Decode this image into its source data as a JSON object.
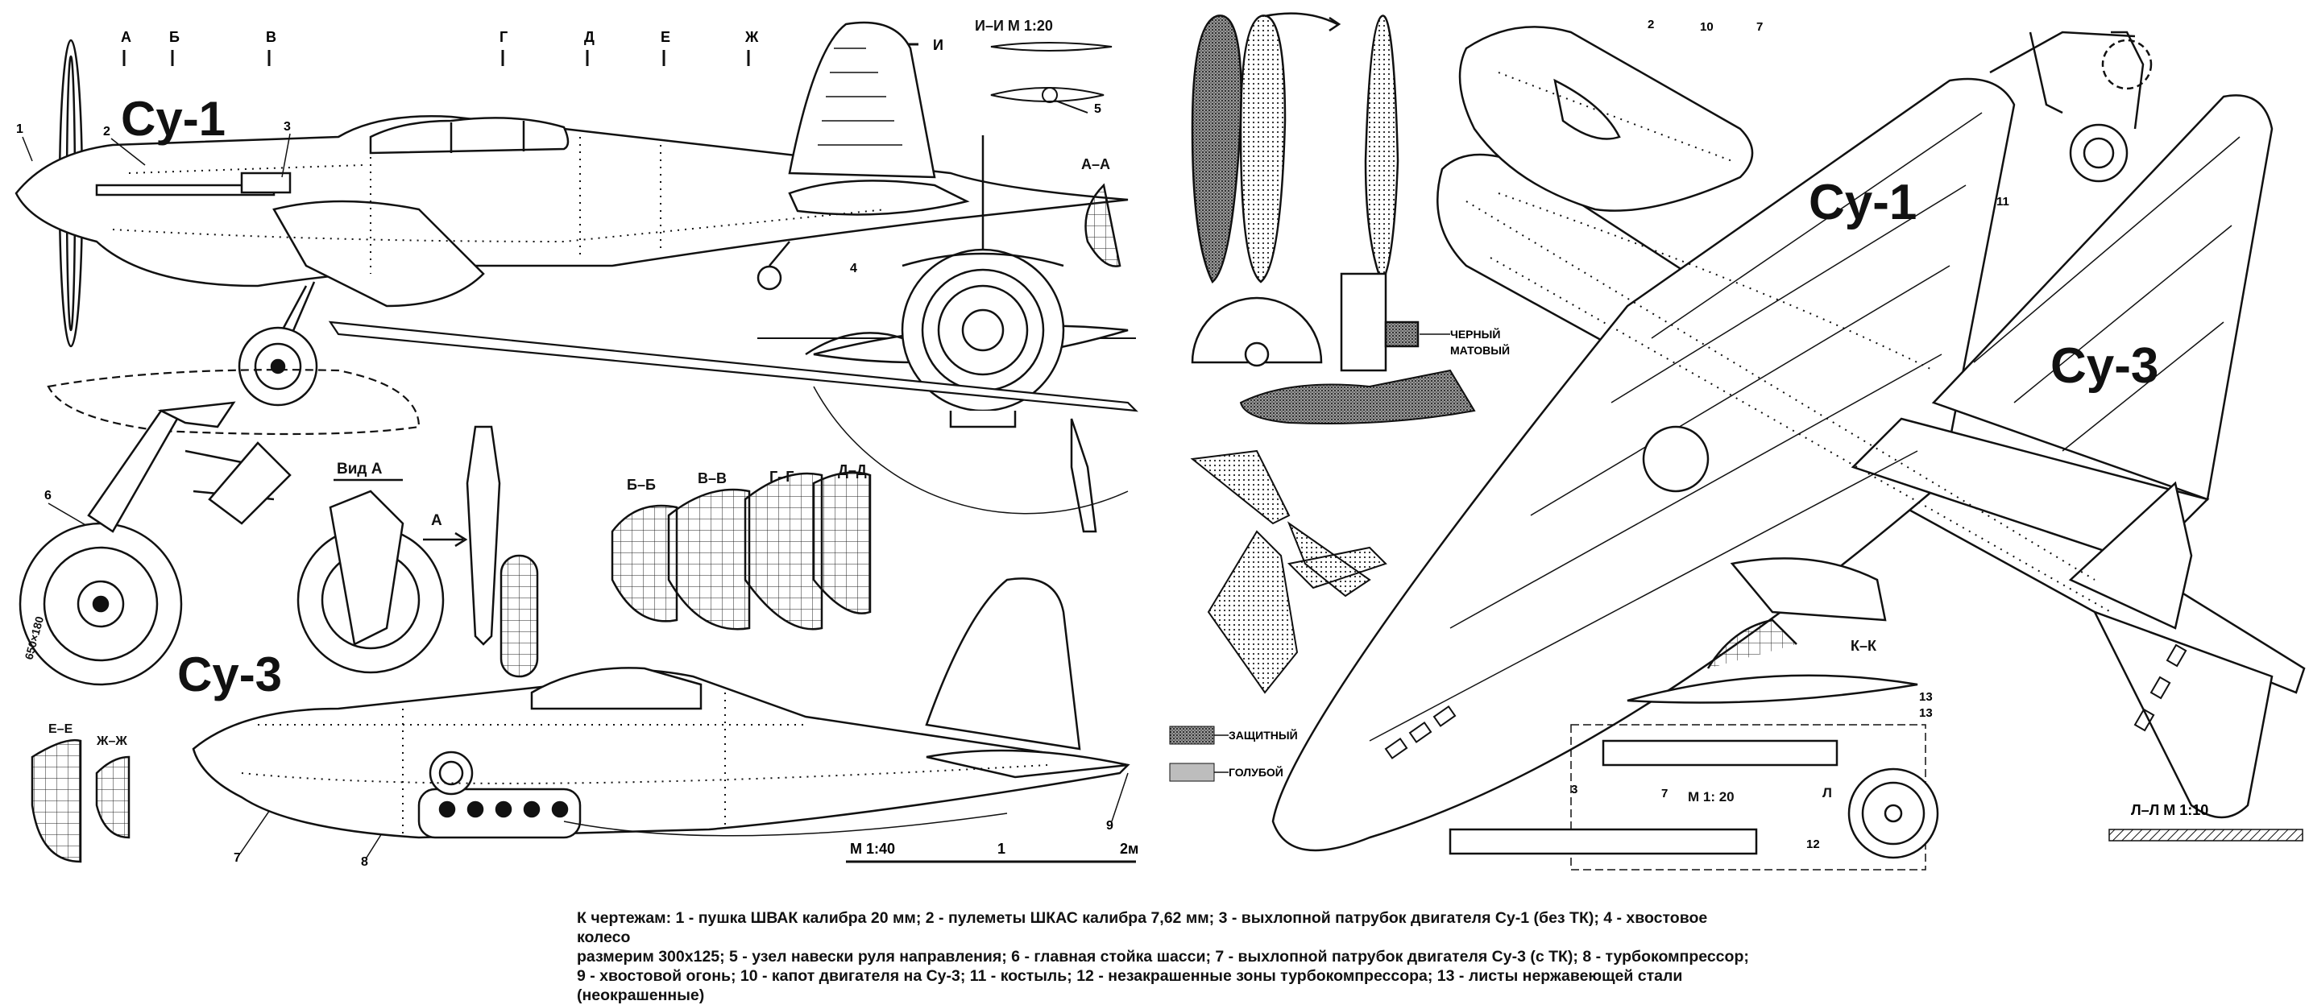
{
  "labels": {
    "su1_left": "Су-1",
    "su3_left": "Су-3",
    "su1_right": "Су-1",
    "su3_right": "Су-3"
  },
  "section_markers": [
    "А",
    "Б",
    "В",
    "Г",
    "Д",
    "Е",
    "Ж"
  ],
  "marker_i": "И",
  "views": {
    "ii_scale": "И–И  М 1:20",
    "aa": "А–А",
    "vid_a": "Вид А",
    "arrow_a": "А",
    "bb": "Б–Б",
    "vv": "В–В",
    "gg": "Г–Г",
    "dd": "Д–Д",
    "ee": "Е–Е",
    "zhzh": "Ж–Ж",
    "kk": "К–К",
    "l_label": "Л",
    "ll_scale": "Л–Л  М 1:10",
    "m120": "М 1: 20"
  },
  "scale_bar": {
    "left": "М 1:40",
    "mid": "1",
    "right": "2м"
  },
  "callouts": {
    "c1": "1",
    "c2": "2",
    "c3": "3",
    "c4": "4",
    "c5": "5",
    "c6": "6",
    "c7": "7",
    "c8": "8",
    "c9": "9",
    "c10": "10",
    "c11": "11",
    "c12": "12",
    "c13": "13",
    "r2": "2",
    "r3": "3",
    "r7": "7",
    "r7b": "7",
    "r11": "11",
    "r12": "12",
    "r13a": "13",
    "r13b": "13"
  },
  "legend": {
    "black_matte_1": "ЧЕРНЫЙ",
    "black_matte_2": "МАТОВЫЙ",
    "protective": "ЗАЩИТНЫЙ",
    "blue": "ГОЛУБОЙ"
  },
  "tire_text": "650×180",
  "caption_lines": [
    "К чертежам: 1 - пушка ШВАК калибра 20 мм;  2 - пулеметы ШКАС калибра 7,62 мм;  3 - выхлопной патрубок двигателя Су-1 (без ТК); 4 - хвостовое колесо",
    "размерим 300х125;  5 - узел навески руля направления;  6 - главная стойка шасси;  7 - выхлопной патрубок двигателя Су-3 (с ТК); 8 - турбокомпрессор;",
    "9 - хвостовой огонь; 10 - капот двигателя на Су-3;  11 - костыль;  12 - незакрашенные зоны турбокомпрессора;  13 - листы нержавеющей стали",
    "(неокрашенные)"
  ],
  "colors": {
    "ink": "#111111",
    "paper": "#ffffff",
    "camouflage": "#555555",
    "blue_grey": "#bdbdbd"
  }
}
